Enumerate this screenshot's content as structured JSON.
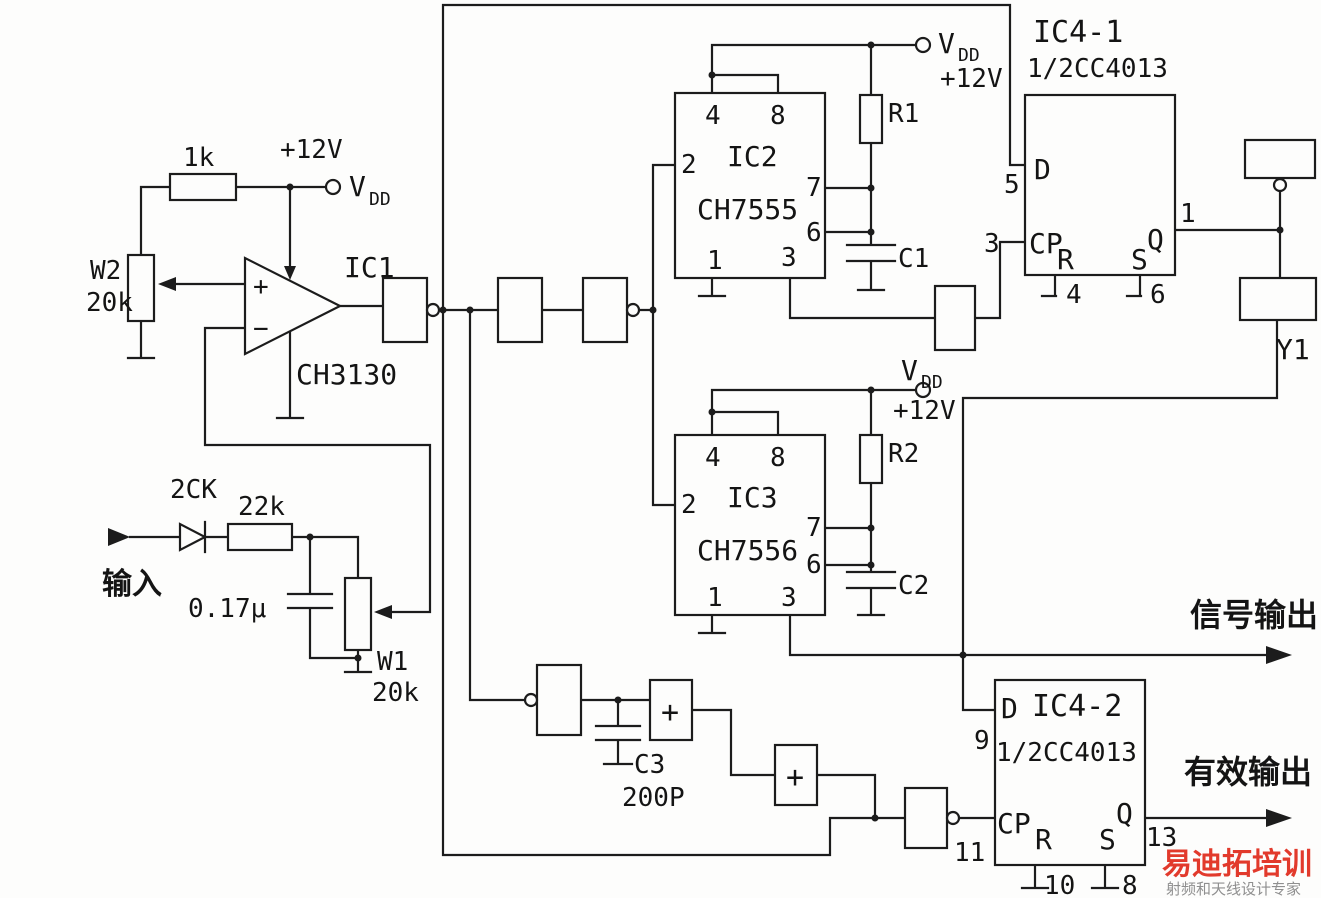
{
  "watermark": {
    "brand": "易迪拓培训",
    "tagline": "射频和天线设计专家"
  },
  "input_stage": {
    "resistor_1k": "1k",
    "vdd_plus12": "+12V",
    "vdd_v": "V",
    "vdd_dd": "DD",
    "w2_name": "W2",
    "w2_value": "20k",
    "opamp_name": "IC1",
    "opamp_part": "CH3130",
    "opamp_plus": "+",
    "opamp_minus": "−",
    "diode": "2CK",
    "resistor_22k": "22k",
    "input_label": "输入",
    "input_cap": "0.17μ",
    "w1_name": "W1",
    "w1_value": "20k"
  },
  "timer1": {
    "name": "IC2",
    "part": "CH7555",
    "pin2": "2",
    "pin4": "4",
    "pin8": "8",
    "pin7": "7",
    "pin6": "6",
    "pin3": "3",
    "pin1": "1",
    "resistor": "R1",
    "cap": "C1"
  },
  "timer1_vdd": {
    "v": "V",
    "dd": "DD",
    "plus12": "+12V"
  },
  "timer2": {
    "name": "IC3",
    "part": "CH7556",
    "pin2": "2",
    "pin4": "4",
    "pin8": "8",
    "pin7": "7",
    "pin6": "6",
    "pin3": "3",
    "pin1": "1",
    "resistor": "R2",
    "cap": "C2"
  },
  "timer2_vdd": {
    "v": "V",
    "dd": "DD",
    "plus12": "+12V"
  },
  "flipflop1": {
    "name": "IC4-1",
    "part": "1/2CC4013",
    "d": "D",
    "cp": "CP",
    "r": "R",
    "s": "S",
    "q": "Q",
    "pin5": "5",
    "pin3": "3",
    "pin4": "4",
    "pin6": "6",
    "pin1": "1"
  },
  "flipflop2": {
    "name": "IC4-2",
    "part": "1/2CC4013",
    "d": "D",
    "cp": "CP",
    "r": "R",
    "s": "S",
    "q": "Q",
    "pin9": "9",
    "pin11": "11",
    "pin10": "10",
    "pin8": "8",
    "pin13": "13"
  },
  "crystal": {
    "name": "Y1"
  },
  "timing_cap": {
    "name": "C3",
    "value": "200P"
  },
  "gates": {
    "sum1": "+",
    "sum2": "+"
  },
  "outputs": {
    "signal": "信号输出",
    "valid": "有效输出"
  }
}
